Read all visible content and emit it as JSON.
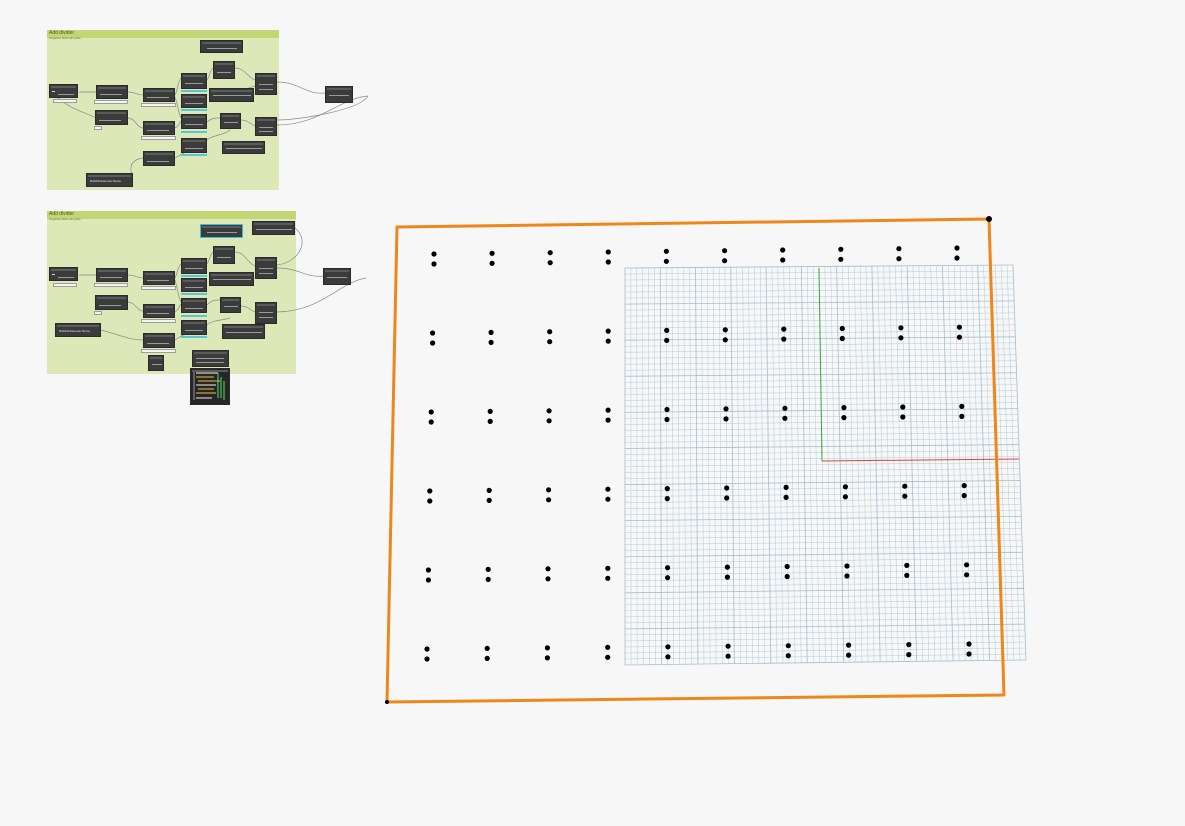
{
  "graph": {
    "groups": [
      {
        "title": "Add divider",
        "description": "Organize slab sub-grids"
      },
      {
        "title": "Add divider",
        "description": "Organize slab sub-grids"
      }
    ],
    "nodes": [
      {
        "label": "BuiltInParameter.Name"
      },
      {
        "label": "BuiltInParameter.Name"
      }
    ]
  },
  "viewport": {
    "boundary_color": "#f0861a",
    "grid_color": "#9fc0cf",
    "axis_x_color": "#e0423a",
    "axis_y_color": "#38a63a",
    "point_color": "#000000"
  }
}
